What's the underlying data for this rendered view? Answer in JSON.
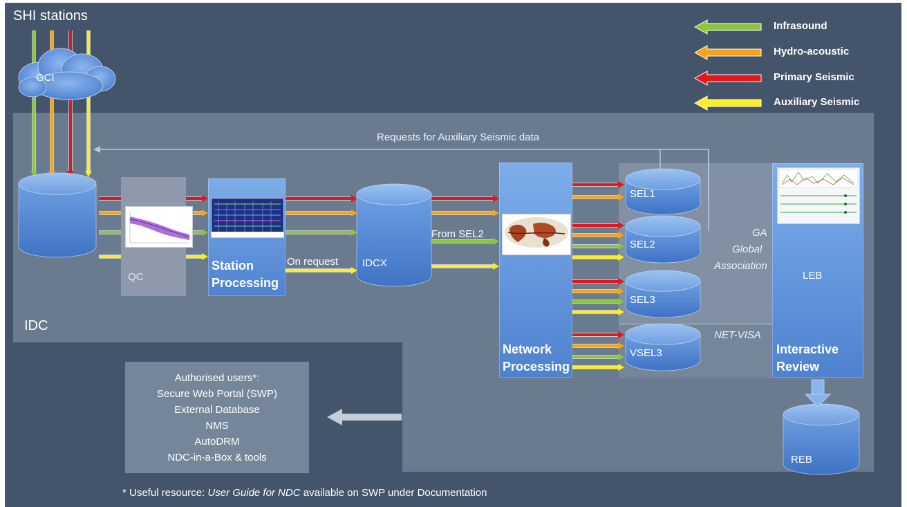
{
  "sources": {
    "title": "SHI stations",
    "cloud_label": "GCI"
  },
  "legend": {
    "items": [
      {
        "label": "Infrasound",
        "color": "#8cc63f"
      },
      {
        "label": "Hydro-acoustic",
        "color": "#f7a31a"
      },
      {
        "label": "Primary Seismic",
        "color": "#e3161b"
      },
      {
        "label": "Auxiliary Seismic",
        "color": "#fdee21"
      }
    ]
  },
  "idc": {
    "label": "IDC",
    "requests_label": "Requests for Auxiliary Seismic data",
    "qc_label": "QC",
    "station_processing_label": "Station Processing",
    "on_request_label": "On request",
    "idcx_label": "IDCX",
    "from_sel2_label": "From SEL2",
    "network_processing_label": "Network Processing",
    "bulletins": [
      "SEL1",
      "SEL2",
      "SEL3",
      "VSEL3"
    ],
    "ga_label": "GA",
    "ga_line1": "Global",
    "ga_line2": "Association",
    "netvisa_label": "NET-VISA",
    "interactive_review_label": "Interactive Review",
    "leb_label": "LEB",
    "reb_label": "REB"
  },
  "authorised_users": {
    "lines": [
      "Authorised users*:",
      "Secure Web Portal (SWP)",
      "External Database",
      "NMS",
      "AutoDRM",
      "NDC-in-a-Box & tools"
    ]
  },
  "footnote": {
    "prefix": "* Useful resource: ",
    "italic": "User Guide for NDC",
    "suffix": " available on SWP under Documentation"
  },
  "colors": {
    "background": "#44546a",
    "panel": "#6b7b8f",
    "box_top": "#7eadea",
    "box_bottom": "#4e82cf"
  }
}
